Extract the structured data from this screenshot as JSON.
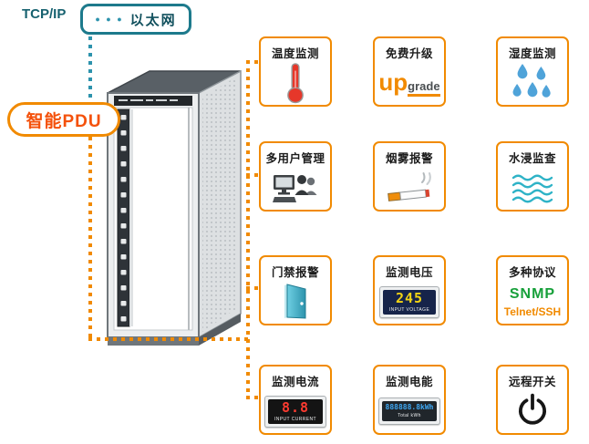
{
  "network": {
    "tcpip": "TCP/IP",
    "dots": "● ● ●",
    "ethernet": "以太网"
  },
  "pdu": {
    "label": "智能PDU"
  },
  "features": [
    {
      "label": "温度监测",
      "icon": "thermometer"
    },
    {
      "label": "免费升级",
      "icon": "upgrade-text",
      "up": "up",
      "grade": "grade"
    },
    {
      "label": "湿度监测",
      "icon": "water-drops"
    },
    {
      "label": "多用户管理",
      "icon": "multi-user"
    },
    {
      "label": "烟雾报警",
      "icon": "cigarette-smoke"
    },
    {
      "label": "水浸监查",
      "icon": "water-waves"
    },
    {
      "label": "门禁报警",
      "icon": "door"
    },
    {
      "label": "监测电压",
      "icon": "voltage-meter",
      "value": "245",
      "caption": "INPUT VOLTAGE"
    },
    {
      "label": "多种协议",
      "icon": "protocol-text",
      "line1": "SNMP",
      "line2": "Telnet/SSH"
    },
    {
      "label": "监测电流",
      "icon": "current-meter",
      "value": "8.8",
      "caption": "INPUT CURRENT"
    },
    {
      "label": "监测电能",
      "icon": "energy-meter",
      "value": "888888.8kWh",
      "caption": "Total kWh"
    },
    {
      "label": "远程开关",
      "icon": "power-switch"
    }
  ],
  "colors": {
    "accent_orange": "#F18A00",
    "teal": "#1D7A8C",
    "alert_red": "#E6372A",
    "protocol_green": "#17A03A",
    "water_blue": "#4FA3D9"
  }
}
